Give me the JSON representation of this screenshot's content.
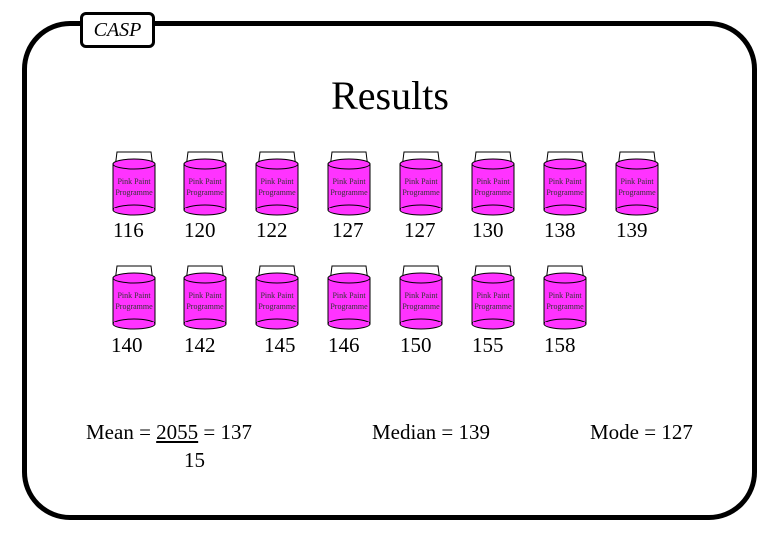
{
  "logo": "CASP",
  "title": "Results",
  "can_label_line1": "Pink Paint",
  "can_label_line2": "Programme",
  "can_color": "#ff33ff",
  "row1": [
    "116",
    "120",
    "122",
    "127",
    "127",
    "130",
    "138",
    "139"
  ],
  "row2": [
    "140",
    "142",
    "145",
    "146",
    "150",
    "155",
    "158"
  ],
  "stats": {
    "mean_prefix": "Mean = ",
    "mean_numerator": "2055",
    "mean_suffix": " = 137",
    "mean_denominator": "15",
    "median": "Median = 139",
    "mode": "Mode = 127"
  }
}
